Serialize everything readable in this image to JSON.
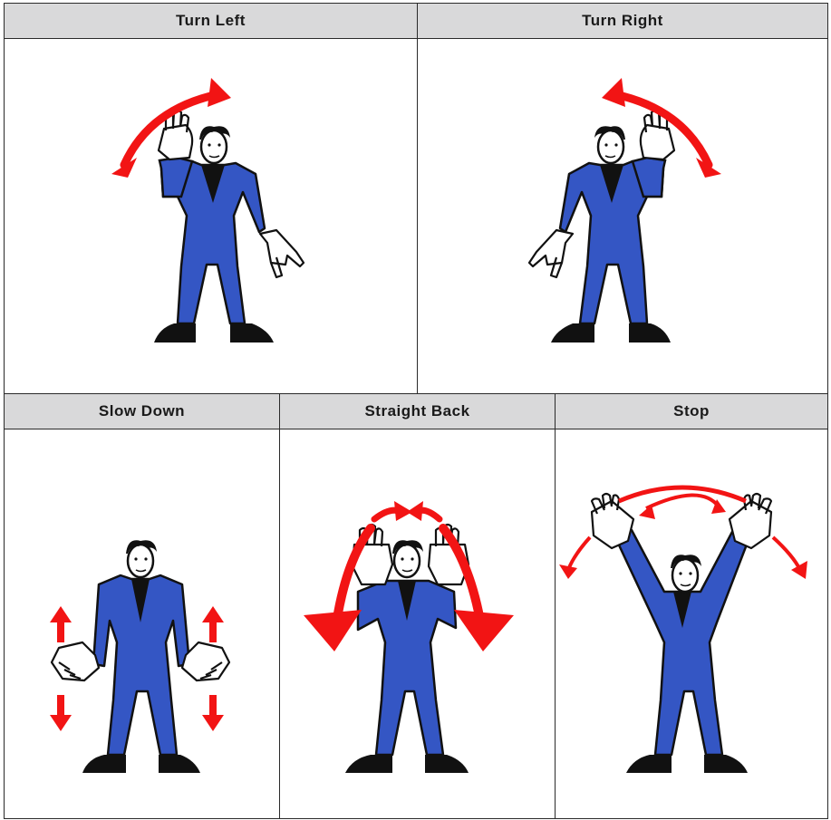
{
  "signals": [
    {
      "label": "Turn Left"
    },
    {
      "label": "Turn Right"
    },
    {
      "label": "Slow Down"
    },
    {
      "label": "Straight Back"
    },
    {
      "label": "Stop"
    }
  ],
  "colors": {
    "suit": "#3456c4",
    "arrow": "#f21414",
    "header_bg": "#d9d9da",
    "outline": "#111111"
  },
  "icons": [
    "arrow-icon",
    "hand-icon",
    "person-figure"
  ]
}
